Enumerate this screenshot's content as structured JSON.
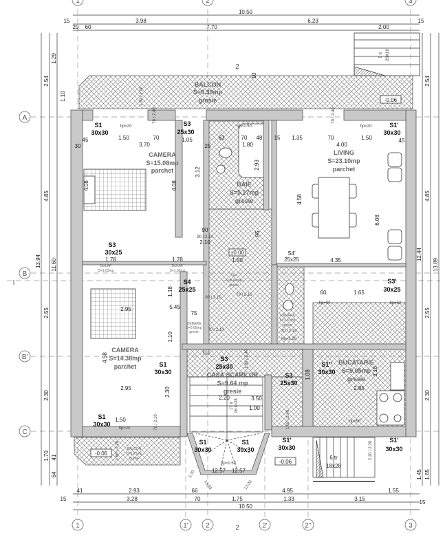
{
  "grid_axes": {
    "vertical": [
      "1",
      "1'",
      "2",
      "2'",
      "2''",
      "3"
    ],
    "horizontal": [
      "A",
      "B",
      "B'",
      "C"
    ],
    "section_marks": [
      "2",
      "2",
      "I"
    ]
  },
  "rooms": [
    {
      "name": "BALCON",
      "area": "S=9.39mp",
      "floor": "gresie"
    },
    {
      "name": "CAMERA",
      "area": "S=15.08mp",
      "floor": "parchet"
    },
    {
      "name": "BAIE",
      "area": "S=5.27mp",
      "floor": "gresie"
    },
    {
      "name": "LIVING",
      "area": "S=23.10mp",
      "floor": "parchet"
    },
    {
      "name": "Hol",
      "area": "S=6.04mp",
      "floor": "gresie"
    },
    {
      "name": "CAMERA",
      "area": "S=14.38mp",
      "floor": "parchet"
    },
    {
      "name": "CASA SCARILOR",
      "area": "S=9.64 mp",
      "floor": "gresie"
    },
    {
      "name": "BUCATARIE",
      "area": "S=9.05mp",
      "floor": "gresie"
    },
    {
      "name": "BALCON",
      "area": "S=2.27mp",
      "floor": "gresie"
    },
    {
      "name": "DEBARA",
      "area": "S=0.65mp",
      "floor": "gresie"
    },
    {
      "name": "CAMARA",
      "area": "S=1.37mp",
      "floor": "gresie"
    },
    {
      "name": "DULAP",
      "area": "S=1.02mp",
      "floor": ""
    },
    {
      "name": "DULAP",
      "area": "S=1.02mp",
      "floor": ""
    }
  ],
  "windows": [
    {
      "label": "S1",
      "size": "30x30"
    },
    {
      "label": "S3",
      "size": "25x30"
    },
    {
      "label": "S1'",
      "size": "30x30"
    },
    {
      "label": "S3",
      "size": "30x25"
    },
    {
      "label": "S4",
      "size": "25x25"
    },
    {
      "label": "S4'",
      "size": "25x25"
    },
    {
      "label": "S3'",
      "size": "30x25"
    },
    {
      "label": "S1",
      "size": "30x30"
    },
    {
      "label": "S3",
      "size": "25x30"
    },
    {
      "label": "S3",
      "size": "25x30"
    },
    {
      "label": "S1''",
      "size": "30x30"
    },
    {
      "label": "S1",
      "size": "30x30"
    },
    {
      "label": "S1",
      "size": "30x30"
    },
    {
      "label": "S1",
      "size": "30x30"
    },
    {
      "label": "S1'",
      "size": "30x30"
    },
    {
      "label": "S1'",
      "size": "30x30"
    }
  ],
  "levels": [
    "±0.00",
    "-0.06",
    "-0.06",
    "-0.06"
  ],
  "stairs": [
    {
      "steps": "5 tr",
      "size": "28X18"
    },
    {
      "steps": "6 tr",
      "size": "18x28"
    },
    {
      "steps": "17 tr",
      "size": "16.8x28"
    }
  ],
  "dimensions": {
    "top": [
      "10.50",
      "15",
      "3.98",
      "6.23",
      "15",
      "20",
      "60",
      "7.70",
      "2.00"
    ],
    "bottom": [
      "41",
      "2.93",
      "66",
      "4.95",
      "1.55",
      "15",
      "3.28",
      "70",
      "1.75",
      "1.33",
      "3.15",
      "15",
      "10.50"
    ],
    "left": [
      "2.54",
      "1.29",
      "1.10",
      "4.85",
      "13.94",
      "11.60",
      "2.55",
      "2.30",
      "1.70",
      "41",
      "64"
    ],
    "right": [
      "2.54",
      "4.85",
      "12.44",
      "13.89",
      "2.55",
      "2.30",
      "1.45",
      "1.65"
    ],
    "interior": [
      "3.70",
      "1.50",
      "70",
      "1.05",
      "45",
      "30",
      "4.08",
      "4.08",
      "3.12",
      "25",
      "63",
      "1.80",
      "70",
      "48",
      "15",
      "1.35",
      "70",
      "1.50",
      "45",
      "4.00",
      "4.58",
      "6.08",
      "2.93",
      "90",
      "2.10",
      "1.78",
      "1.78",
      "1.50",
      "4.35",
      "60",
      "1.65",
      "2.95",
      "1.18",
      "5.45",
      "75",
      "1.10",
      "4.58",
      "2.95",
      "2.30",
      "3.50",
      "2.20",
      "1.00",
      "2.85",
      "3.18",
      "1.50",
      "12.57",
      "12.57",
      "13.03",
      "13.03",
      "1.70",
      "1.08",
      "95",
      "10"
    ],
    "doors": [
      "90 / 2.10",
      "90 / 2.10",
      "70 / 2.10",
      "70 / 2.10",
      "70 / 2.10",
      "70 / 2.40",
      "70 / 2.40",
      "70 / 2.10"
    ],
    "openings": [
      "1.50 / 2.20",
      "1.00 / 2.40",
      "1.00 / 2.40",
      "1.60 / 2.20",
      "2.20 / 2.20"
    ]
  },
  "notes": [
    "hp=20",
    "hp=1.50",
    "hp=20",
    "hp=90",
    "hp=50",
    "hp=90",
    "hp=20",
    "hp=1.50",
    "hp=2.20"
  ]
}
